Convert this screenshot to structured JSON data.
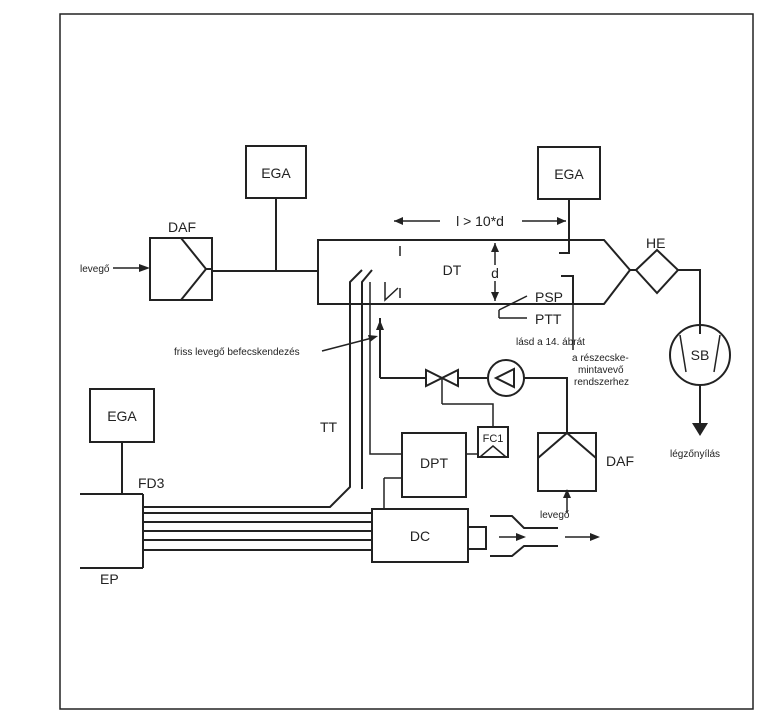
{
  "diagram": {
    "boxes": {
      "ega_left": "EGA",
      "ega_top": "EGA",
      "ega_right": "EGA",
      "dt": "DT",
      "dpt": "DPT",
      "fc1": "FC1",
      "dc": "DC",
      "sb": "SB"
    },
    "labels": {
      "daf_top": "DAF",
      "daf_bottom": "DAF",
      "air_in_left": "levegő",
      "air_in_bottom": "levegő",
      "he": "HE",
      "length": "l > 10*d",
      "diameter": "d",
      "psp": "PSP",
      "ptt": "PTT",
      "see_fig": "lásd a 14. ábrát",
      "particle_sampling": [
        "a részecske-",
        "mintavevő",
        "rendszerhez"
      ],
      "fresh_air": "friss levegő befecskendezés",
      "tt": "TT",
      "fd3": "FD3",
      "ep": "EP",
      "vent": "légzőnyílás"
    },
    "colors": {
      "ink": "#222222",
      "paper": "#ffffff",
      "frame": "#444444"
    }
  }
}
